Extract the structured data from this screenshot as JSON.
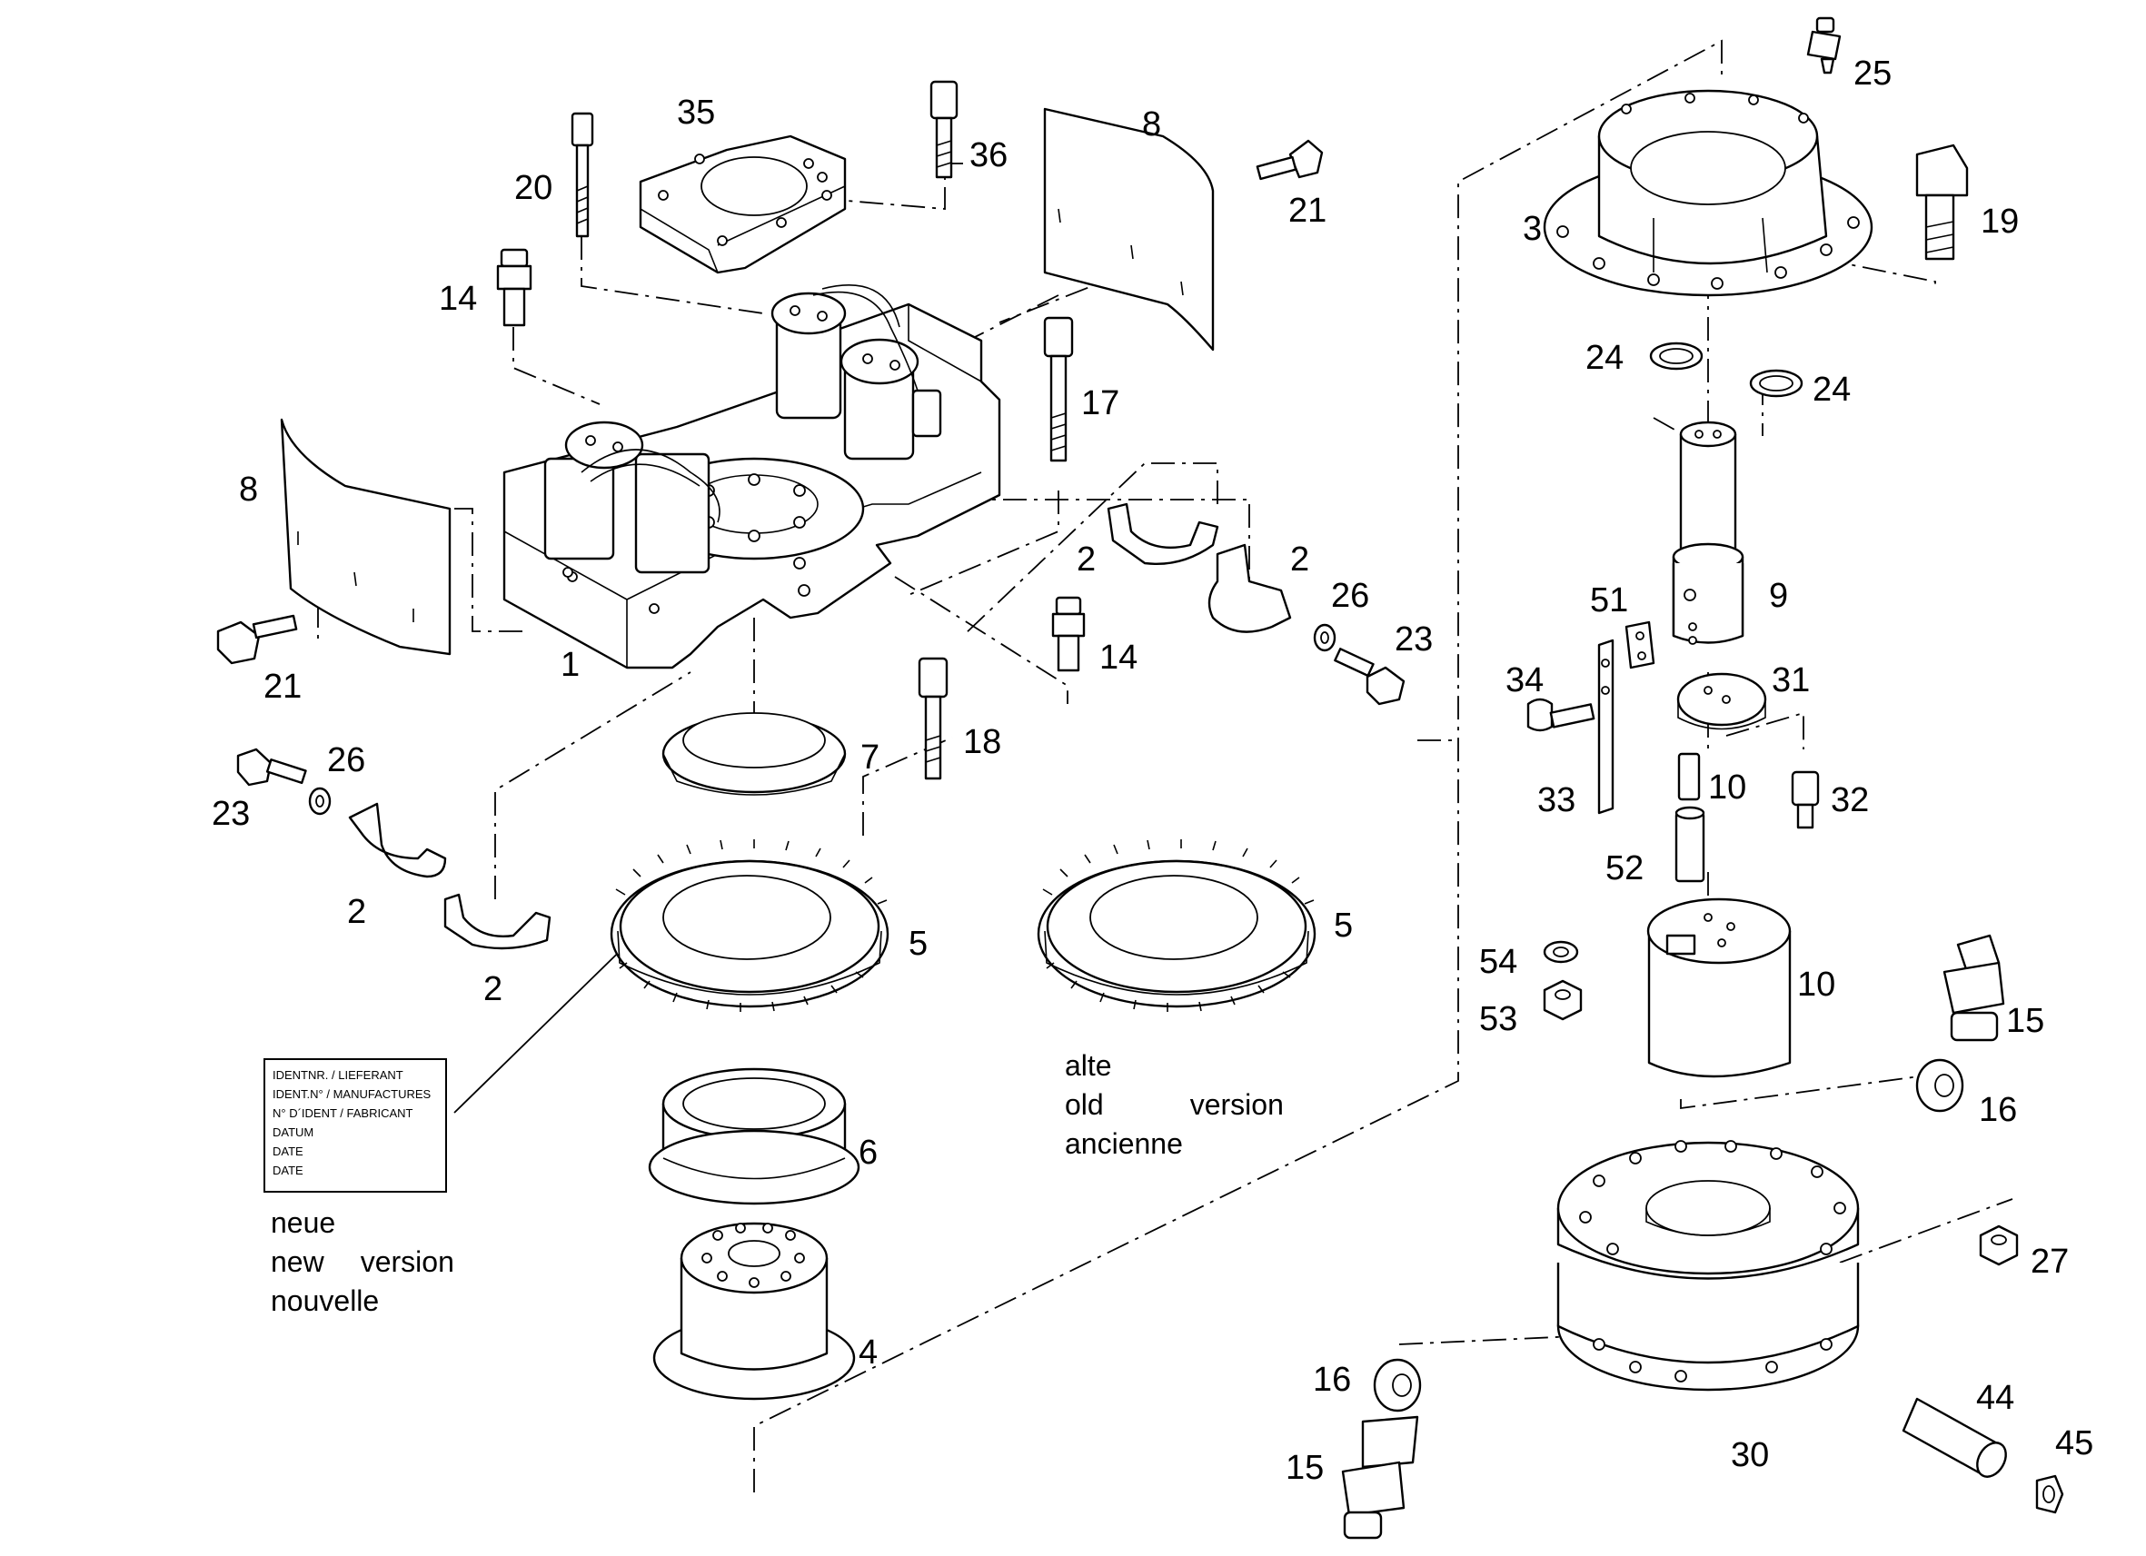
{
  "callouts": {
    "c1": "1",
    "c2a": "2",
    "c2b": "2",
    "c2c": "2",
    "c2d": "2",
    "c3": "3",
    "c4": "4",
    "c5a": "5",
    "c5b": "5",
    "c6": "6",
    "c7": "7",
    "c8a": "8",
    "c8b": "8",
    "c9": "9",
    "c10a": "10",
    "c10b": "10",
    "c14a": "14",
    "c14b": "14",
    "c15a": "15",
    "c15b": "15",
    "c16a": "16",
    "c16b": "16",
    "c17": "17",
    "c18": "18",
    "c19": "19",
    "c20": "20",
    "c21a": "21",
    "c21b": "21",
    "c23a": "23",
    "c23b": "23",
    "c24a": "24",
    "c24b": "24",
    "c25": "25",
    "c26a": "26",
    "c26b": "26",
    "c27": "27",
    "c30": "30",
    "c31": "31",
    "c32": "32",
    "c33": "33",
    "c34": "34",
    "c35": "35",
    "c36": "36",
    "c44": "44",
    "c45": "45",
    "c51": "51",
    "c52": "52",
    "c53": "53",
    "c54": "54"
  },
  "label_box": {
    "lines": [
      "IDENTNR. / LIEFERANT",
      "IDENT.N° / MANUFACTURES",
      "N° D´IDENT / FABRICANT",
      "DATUM",
      "DATE",
      "DATE"
    ]
  },
  "old_version": {
    "line1": "alte",
    "line2": "old",
    "line3": "ancienne",
    "word": "version"
  },
  "new_version": {
    "line1": "neue",
    "line2": "new",
    "line3": "nouvelle",
    "word": "version"
  }
}
